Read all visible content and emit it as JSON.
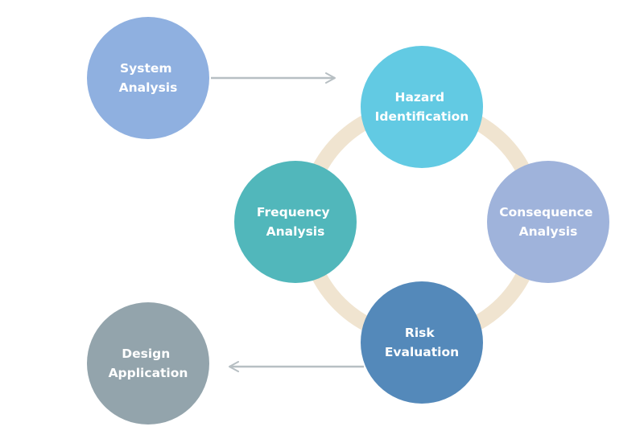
{
  "nodes": [
    {
      "id": "system-analysis",
      "lines": [
        "System",
        "Analysis"
      ],
      "color": "#8fb0e0"
    },
    {
      "id": "hazard-identification",
      "lines": [
        "Hazard",
        "Identification"
      ],
      "color": "#62cae3"
    },
    {
      "id": "consequence-analysis",
      "lines": [
        "Consequence",
        "Analysis"
      ],
      "color": "#9fb3db"
    },
    {
      "id": "risk-evaluation",
      "lines": [
        "Risk",
        "Evaluation"
      ],
      "color": "#5489ba"
    },
    {
      "id": "frequency-analysis",
      "lines": [
        "Frequency",
        "Analysis"
      ],
      "color": "#51b7bb"
    },
    {
      "id": "design-application",
      "lines": [
        "Design",
        "Application"
      ],
      "color": "#93a4ac"
    }
  ],
  "colors": {
    "cycle_ring": "#f0e4d0",
    "arrow": "#b7bfc3"
  }
}
